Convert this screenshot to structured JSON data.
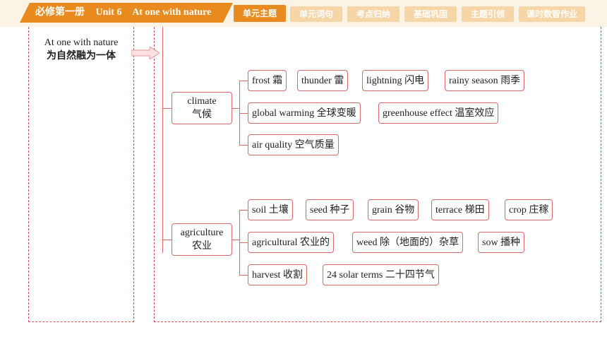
{
  "header": {
    "book": "必修第一册",
    "unit": "Unit 6",
    "title": "At one with nature"
  },
  "tabs": [
    {
      "label": "单元主题",
      "active": true
    },
    {
      "label": "单元词句",
      "active": false
    },
    {
      "label": "考点归纳",
      "active": false
    },
    {
      "label": "基础巩固",
      "active": false
    },
    {
      "label": "主题引领",
      "active": false
    },
    {
      "label": "课时数智作业",
      "active": false
    }
  ],
  "topic": {
    "en": "At one with nature",
    "zh": "为自然融为一体"
  },
  "categories": [
    {
      "en": "climate",
      "zh": "气候",
      "rows": [
        [
          {
            "en": "frost",
            "zh": "霜"
          },
          {
            "en": "thunder",
            "zh": "雷"
          },
          {
            "en": "lightning",
            "zh": "闪电"
          },
          {
            "en": "rainy season",
            "zh": "雨季"
          }
        ],
        [
          {
            "en": "global warming",
            "zh": "全球变暖"
          },
          {
            "en": "greenhouse effect",
            "zh": "温室效应"
          }
        ],
        [
          {
            "en": "air quality",
            "zh": "空气质量"
          }
        ]
      ]
    },
    {
      "en": "agriculture",
      "zh": "农业",
      "rows": [
        [
          {
            "en": "soil",
            "zh": "土壤"
          },
          {
            "en": "seed",
            "zh": "种子"
          },
          {
            "en": "grain",
            "zh": "谷物"
          },
          {
            "en": "terrace",
            "zh": "梯田"
          },
          {
            "en": "crop",
            "zh": "庄稼"
          }
        ],
        [
          {
            "en": "agricultural",
            "zh": "农业的"
          },
          {
            "en": "weed",
            "zh": "除（地面的）杂草"
          },
          {
            "en": "sow",
            "zh": "播种"
          }
        ],
        [
          {
            "en": "harvest",
            "zh": "收割"
          },
          {
            "en": "24 solar terms",
            "zh": "二十四节气"
          }
        ]
      ]
    }
  ]
}
